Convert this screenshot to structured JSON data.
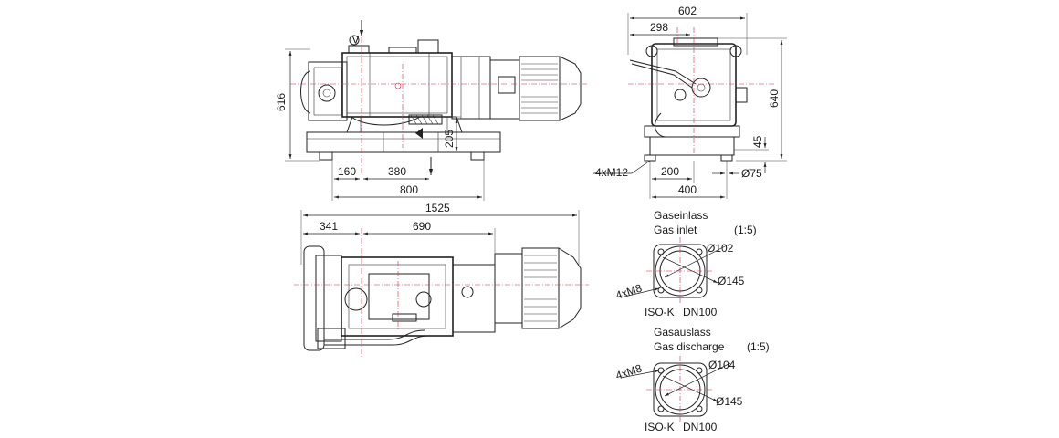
{
  "dimensions": {
    "side": {
      "height": "616",
      "d160": "160",
      "d380": "380",
      "d800": "800",
      "d205": "205"
    },
    "end": {
      "width": "602",
      "d298": "298",
      "height": "640",
      "d45": "45",
      "d200": "200",
      "d400": "400",
      "foot_dia": "Ø75",
      "bolts": "4xM12"
    },
    "top": {
      "length": "1525",
      "d341": "341",
      "d690": "690"
    }
  },
  "flanges": {
    "inlet": {
      "title_de": "Gaseinlass",
      "title_en": "Gas inlet",
      "scale": "(1:5)",
      "d_inner": "Ø102",
      "d_outer": "Ø145",
      "bolts": "4xM8",
      "standard": "ISO-K",
      "size": "DN100"
    },
    "discharge": {
      "title_de": "Gasauslass",
      "title_en": "Gas discharge",
      "scale": "(1:5)",
      "d_inner": "Ø104",
      "d_outer": "Ø145",
      "bolts": "4xM8",
      "standard": "ISO-K",
      "size": "DN100"
    }
  },
  "markers": {
    "flow_in": "V"
  }
}
